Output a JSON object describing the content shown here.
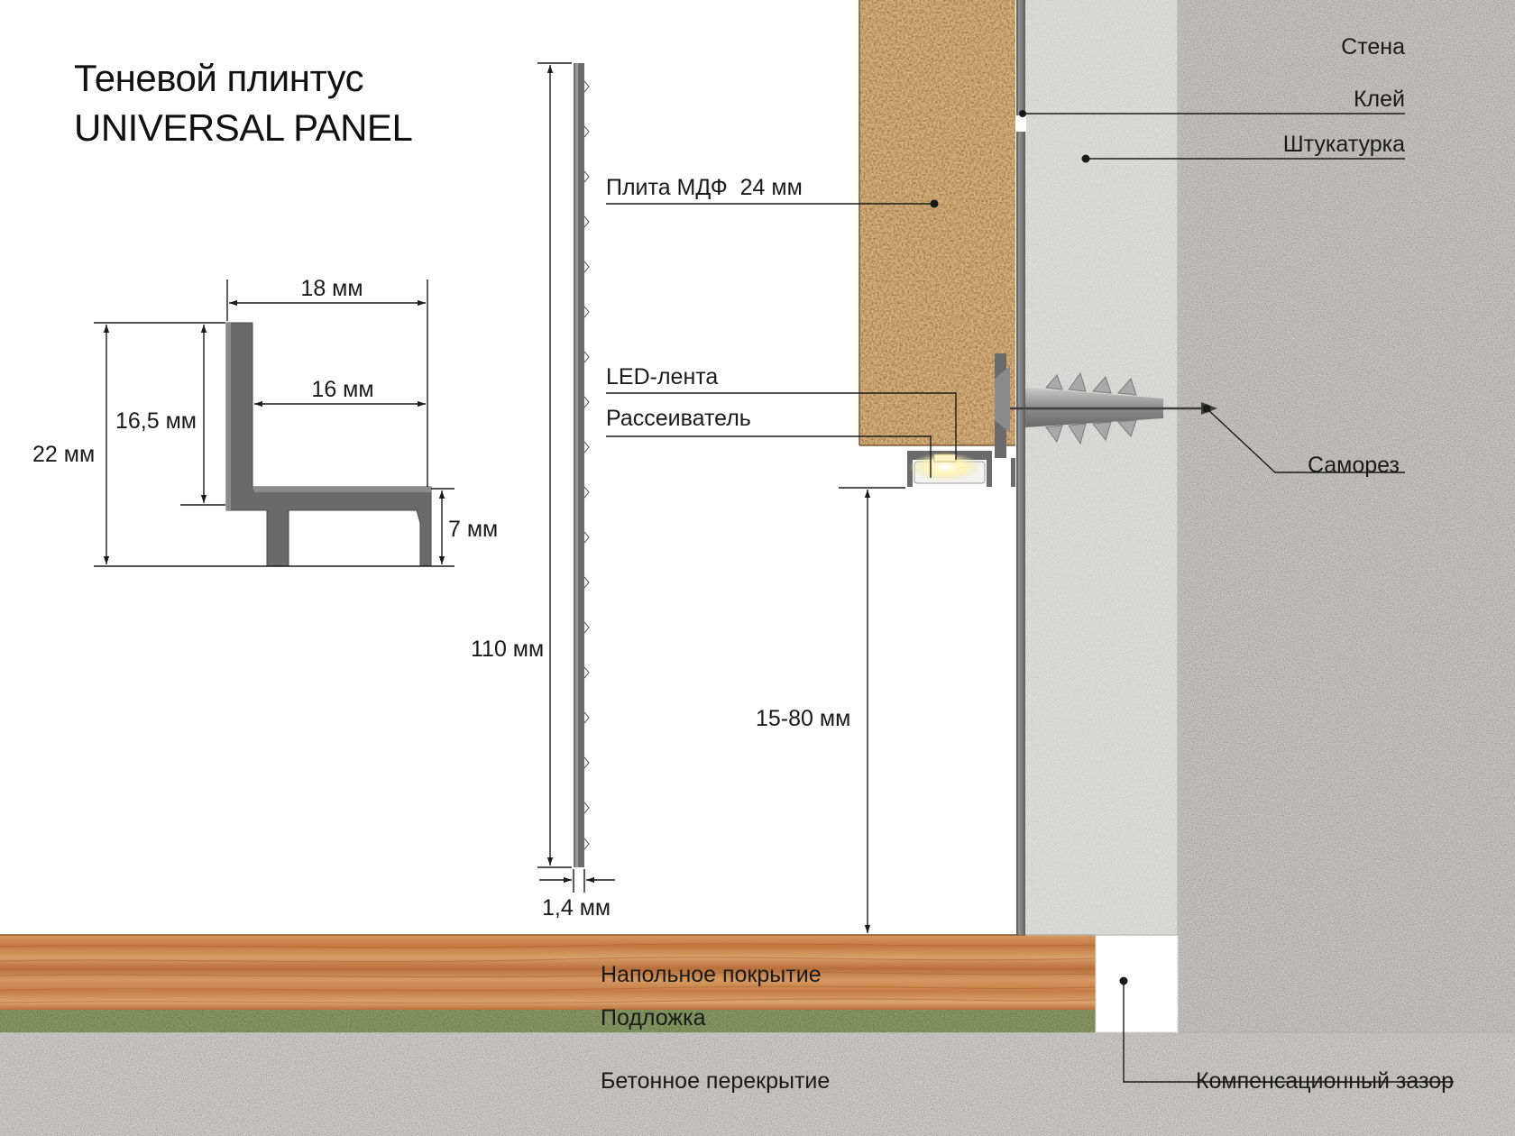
{
  "title": {
    "line1": "Теневой плинтус",
    "line2": "UNIVERSAL PANEL"
  },
  "profile_dimensions": {
    "top_width": "18 мм",
    "inner_width": "16 мм",
    "inner_height": "16,5 мм",
    "total_height": "22 мм",
    "leg_height": "7 мм"
  },
  "panel_dimensions": {
    "height": "110 мм",
    "thickness": "1,4 мм"
  },
  "section_labels": {
    "mdf": "Плита МДФ  24 мм",
    "led_strip": "LED-лента",
    "diffuser": "Рассеиватель",
    "gap": "15-80 мм",
    "wall": "Стена",
    "glue": "Клей",
    "plaster": "Штукатурка",
    "screw": "Саморез",
    "flooring": "Напольное покрытие",
    "underlay": "Подложка",
    "concrete_slab": "Бетонное перекрытие",
    "expansion_gap": "Компенсационный зазор"
  },
  "colors": {
    "concrete": "#c9c8c4",
    "plaster": "#e6e6e3",
    "mdf": "#d6b27e",
    "wood_floor": "#c9824a",
    "underlay": "#8a9a66",
    "aluminum": "#6e6e6e",
    "led": "#fff1b0"
  }
}
